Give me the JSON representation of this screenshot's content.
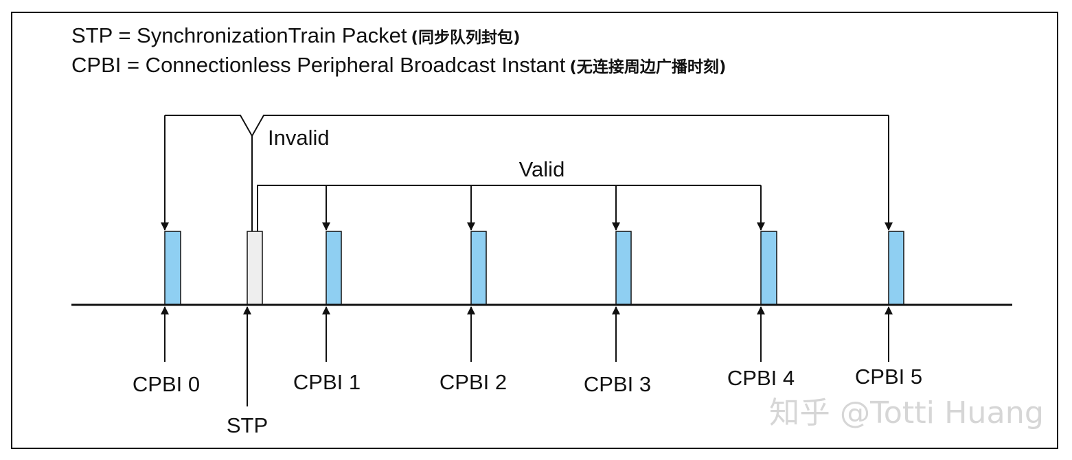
{
  "legend": {
    "line1_main": "STP = SynchronizationTrain Packet",
    "line1_note": "(同步队列封包)",
    "line2_main": "CPBI = Connectionless Peripheral Broadcast Instant",
    "line2_note": "(无连接周边广播时刻)"
  },
  "labels": {
    "invalid": "Invalid",
    "valid": "Valid"
  },
  "instants": [
    {
      "id": "cpbi0",
      "label": "CPBI 0",
      "kind": "cpbi"
    },
    {
      "id": "stp",
      "label": "STP",
      "kind": "stp"
    },
    {
      "id": "cpbi1",
      "label": "CPBI 1",
      "kind": "cpbi"
    },
    {
      "id": "cpbi2",
      "label": "CPBI 2",
      "kind": "cpbi"
    },
    {
      "id": "cpbi3",
      "label": "CPBI 3",
      "kind": "cpbi"
    },
    {
      "id": "cpbi4",
      "label": "CPBI 4",
      "kind": "cpbi"
    },
    {
      "id": "cpbi5",
      "label": "CPBI 5",
      "kind": "cpbi"
    }
  ],
  "watermark": "知乎 @Totti Huang",
  "colors": {
    "cpbi_fill": "#8fcff2",
    "stp_fill": "#eeeeee",
    "line": "#111111",
    "watermark": "#d6d6d6"
  }
}
